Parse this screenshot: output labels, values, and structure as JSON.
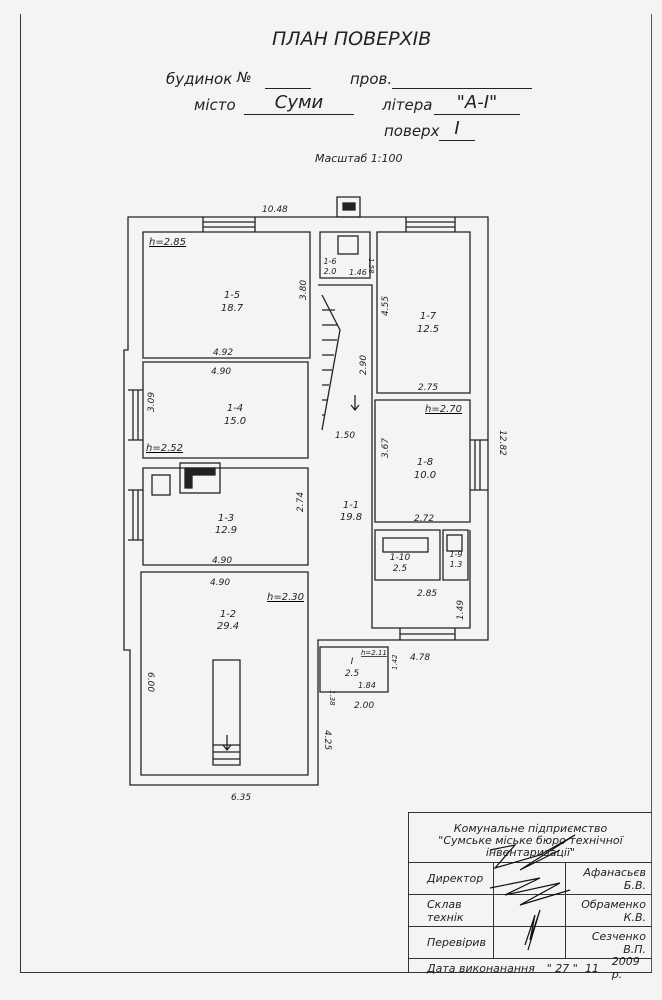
{
  "header": {
    "title": "ПЛАН ПОВЕРХІВ",
    "house_label": "будинок",
    "number_sign": "№",
    "lane_label": "пров.",
    "city_label": "місто",
    "city_value": "Суми",
    "letter_label": "літера",
    "letter_value": "\"А-І\"",
    "floor_label": "поверх",
    "floor_value": "І",
    "scale": "Масштаб 1:100"
  },
  "plan": {
    "rooms": [
      {
        "id": "1-1",
        "area": "19.8"
      },
      {
        "id": "1-2",
        "area": "29.4"
      },
      {
        "id": "1-3",
        "area": "12.9"
      },
      {
        "id": "1-4",
        "area": "15.0"
      },
      {
        "id": "1-5",
        "area": "18.7"
      },
      {
        "id": "1-6",
        "area": "2.0"
      },
      {
        "id": "1-7",
        "area": "12.5"
      },
      {
        "id": "1-8",
        "area": "10.0"
      },
      {
        "id": "1-9",
        "area": "1.3"
      },
      {
        "id": "1-10",
        "area": "2.5"
      },
      {
        "id": "I",
        "area": "2.5"
      }
    ],
    "heights": [
      "h=2.85",
      "h=2.52",
      "h=2.30",
      "h=2.70",
      "h=2.11"
    ],
    "dimensions": [
      "10.48",
      "12.82",
      "3.80",
      "4.92",
      "4.90",
      "3.09",
      "4.55",
      "2.90",
      "2.75",
      "1.58",
      "1.46",
      "1.50",
      "3.67",
      "2.74",
      "4.90",
      "2.72",
      "4.90",
      "2.85",
      "1.49",
      "4.78",
      "1.38",
      "1.42",
      "1.84",
      "2.00",
      "6.00",
      "4.25",
      "6.35"
    ]
  },
  "stamp": {
    "org_line1": "Комунальне підприємство",
    "org_line2": "\"Сумське міське бюро технічної інвентаризації\"",
    "rows": [
      {
        "role": "Директор",
        "name": "Афанасьєв Б.В."
      },
      {
        "role": "Склав технік",
        "name": "Обраменко К.В."
      },
      {
        "role": "Перевірив",
        "name": "Сезченко В.П."
      }
    ],
    "date_label": "Дата виконанання",
    "date_day": "\" 27 \"",
    "date_month": "11",
    "date_year": "2009 р."
  }
}
